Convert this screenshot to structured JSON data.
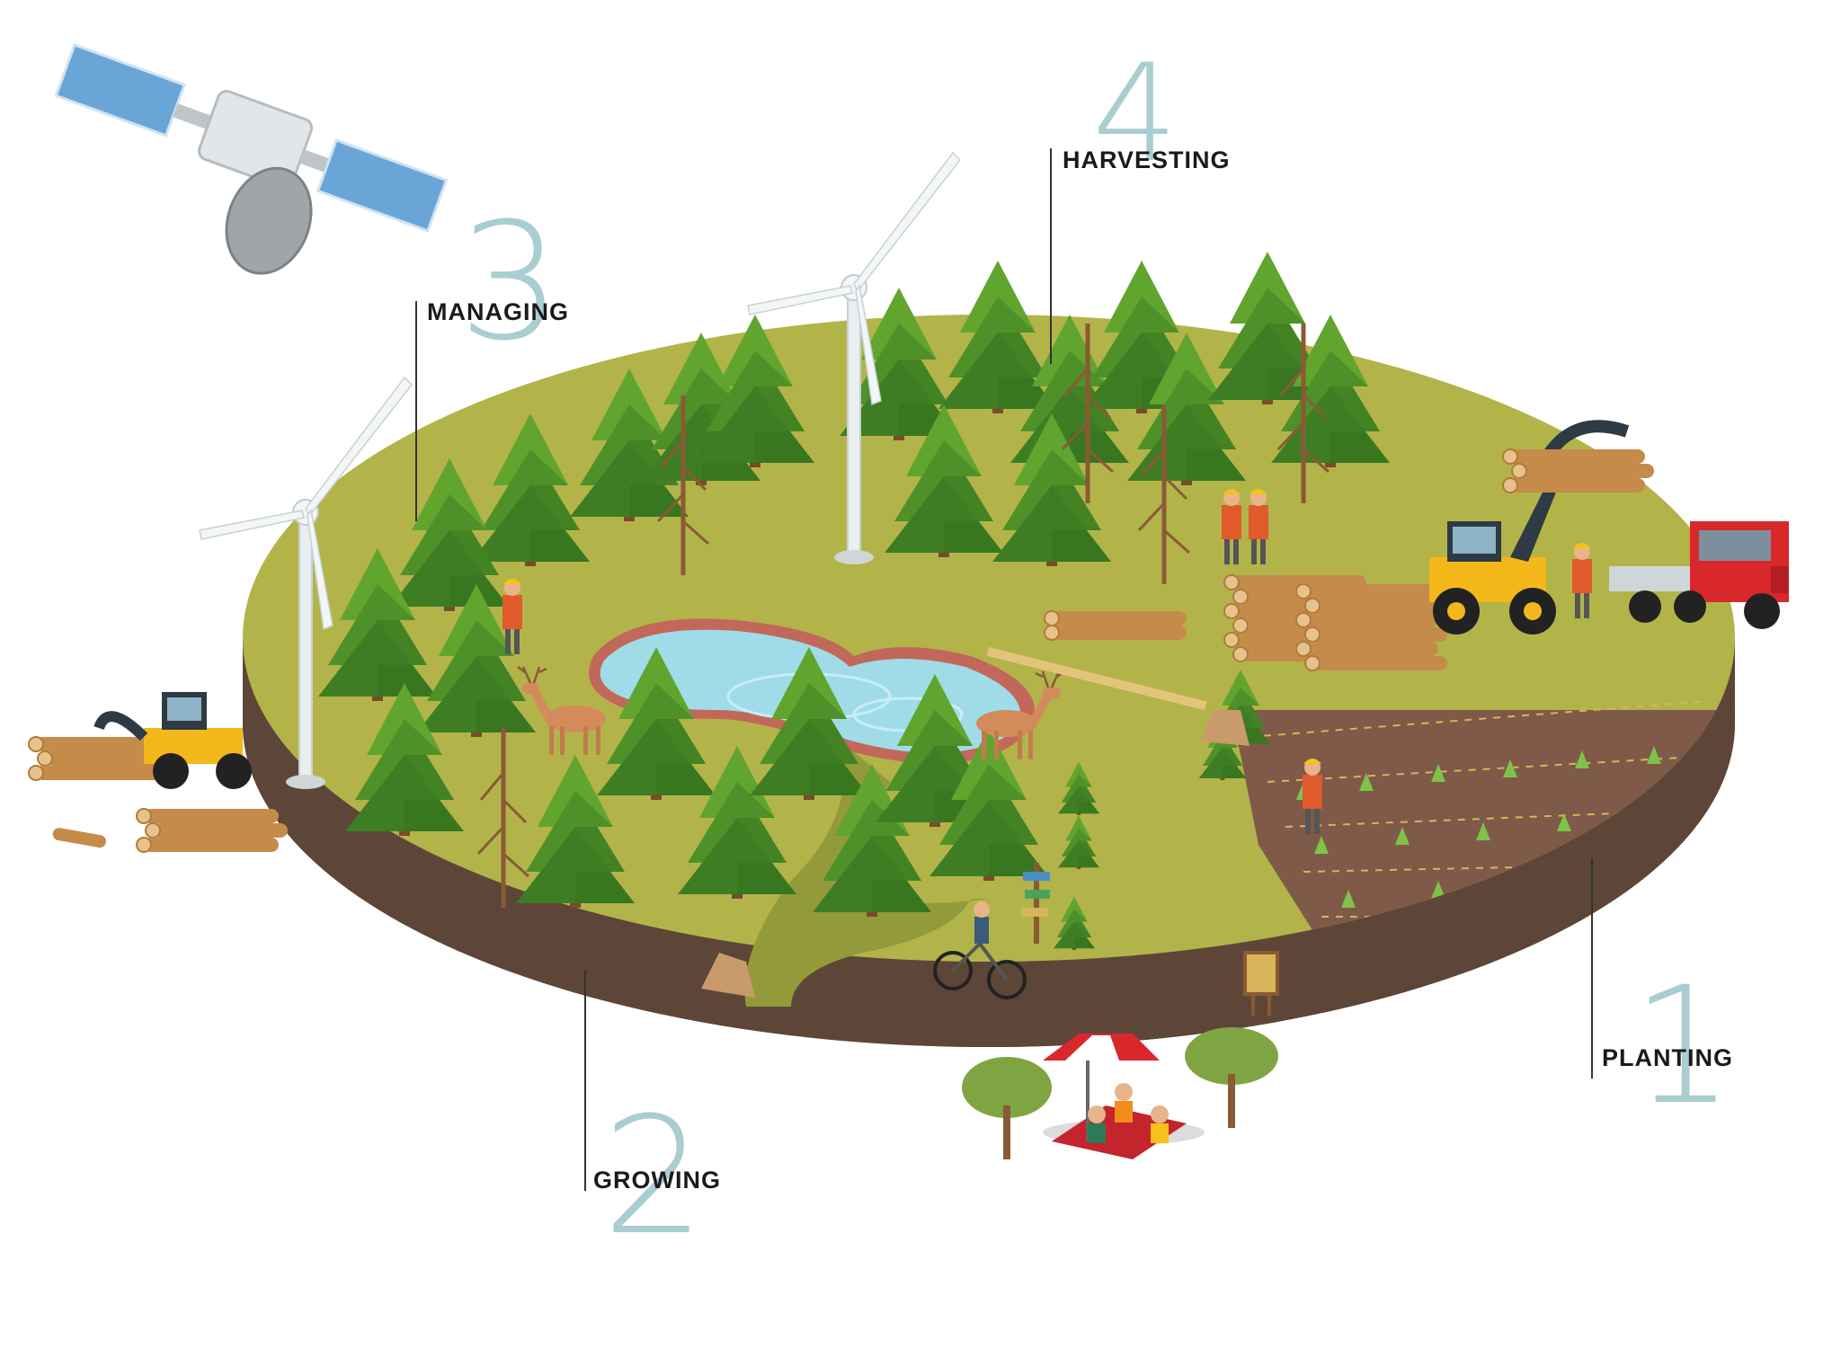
{
  "stages": [
    {
      "number": "1",
      "label": "PLANTING"
    },
    {
      "number": "2",
      "label": "GROWING"
    },
    {
      "number": "3",
      "label": "MANAGING"
    },
    {
      "number": "4",
      "label": "HARVESTING"
    }
  ],
  "colors": {
    "grass": "#b2b44a",
    "soil": "#5d4638",
    "field": "#7f5a48",
    "pond": "#9fdce8",
    "tree_dark": "#3e7d23",
    "tree_light": "#61a52f",
    "number": "#a9cdd0",
    "label": "#1a1a1a",
    "truck": "#d8282c",
    "machine": "#f4b81a"
  },
  "icons": [
    "satellite-icon",
    "wind-turbine-icon",
    "tree-icon",
    "deer-icon",
    "worker-icon",
    "log-pile-icon",
    "logging-truck-icon",
    "loader-icon",
    "cyclist-icon",
    "picnic-icon",
    "signpost-icon"
  ]
}
